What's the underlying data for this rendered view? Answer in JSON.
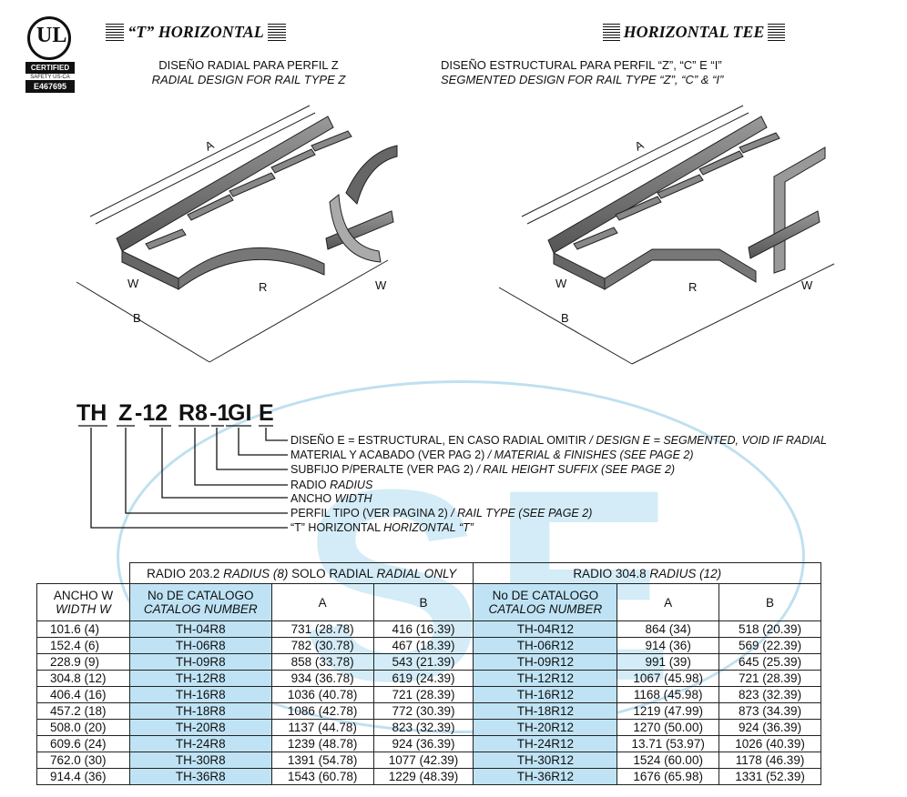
{
  "ul_logo": {
    "mark": "UL",
    "certified": "CERTIFIED",
    "safety": "SAFETY US-CA",
    "number": "E467695"
  },
  "left_header": "“T” HORIZONTAL",
  "right_header": "HORIZONTAL TEE",
  "left_caption": {
    "es": "DISEÑO RADIAL PARA PERFIL Z",
    "en": "RADIAL DESIGN FOR RAIL TYPE Z"
  },
  "right_caption": {
    "es": "DISEÑO ESTRUCTURAL PARA PERFIL “Z”, “C” E “I”",
    "en": "SEGMENTED DESIGN FOR RAIL TYPE “Z”, “C” & “I”"
  },
  "dims": {
    "a": "A",
    "b": "B",
    "w": "W",
    "r": "R"
  },
  "watermark": "SE",
  "catalog_code": {
    "p1": "TH",
    "p2": "Z",
    "p3": "-12",
    "p4": "R8",
    "p5": "-1",
    "p6": "GI",
    "p7": "E"
  },
  "legend": [
    {
      "es": "DISEÑO E = ESTRUCTURAL, EN CASO RADIAL OMITIR ",
      "en": " / DESIGN E = SEGMENTED, VOID IF RADIAL"
    },
    {
      "es": "MATERIAL Y ACABADO (VER PAG 2)",
      "en": " / MATERIAL & FINISHES (SEE PAGE 2)"
    },
    {
      "es": "SUBFIJO P/PERALTE (VER PAG 2)",
      "en": " / RAIL HEIGHT SUFFIX (SEE PAGE 2)"
    },
    {
      "es": "RADIO ",
      "en": "RADIUS"
    },
    {
      "es": "ANCHO ",
      "en": "WIDTH"
    },
    {
      "es": "PERFIL TIPO (VER PAGINA 2)",
      "en": " / RAIL TYPE (SEE PAGE 2)"
    },
    {
      "es": "“T” HORIZONTAL ",
      "en": " HORIZONTAL “T”"
    }
  ],
  "table": {
    "group1": {
      "es": "RADIO 203.2 ",
      "en": "RADIUS (8)",
      "es2": " SOLO RADIAL ",
      "en2": "RADIAL ONLY"
    },
    "group2": {
      "es": "RADIO 304.8 ",
      "en": "RADIUS (12)"
    },
    "width_header": {
      "es": "ANCHO W",
      "en": "WIDTH W"
    },
    "catalog_header": {
      "es": "No DE CATALOGO",
      "en": "CATALOG NUMBER"
    },
    "a_header": "A",
    "b_header": "B",
    "rows": [
      [
        "101.6 (4)",
        "TH-04R8",
        "731 (28.78)",
        "416 (16.39)",
        "TH-04R12",
        "864 (34)",
        "518 (20.39)"
      ],
      [
        "152.4 (6)",
        "TH-06R8",
        "782 (30.78)",
        "467 (18.39)",
        "TH-06R12",
        "914 (36)",
        "569 (22.39)"
      ],
      [
        "228.9 (9)",
        "TH-09R8",
        "858 (33.78)",
        "543 (21.39)",
        "TH-09R12",
        "991 (39)",
        "645 (25.39)"
      ],
      [
        "304.8 (12)",
        "TH-12R8",
        "934 (36.78)",
        "619 (24.39)",
        "TH-12R12",
        "1067 (45.98)",
        "721 (28.39)"
      ],
      [
        "406.4 (16)",
        "TH-16R8",
        "1036 (40.78)",
        "721 (28.39)",
        "TH-16R12",
        "1168 (45.98)",
        "823 (32.39)"
      ],
      [
        "457.2 (18)",
        "TH-18R8",
        "1086 (42.78)",
        "772 (30.39)",
        "TH-18R12",
        "1219 (47.99)",
        "873 (34.39)"
      ],
      [
        "508.0 (20)",
        "TH-20R8",
        "1137 (44.78)",
        "823 (32.39)",
        "TH-20R12",
        "1270 (50.00)",
        "924 (36.39)"
      ],
      [
        "609.6 (24)",
        "TH-24R8",
        "1239 (48.78)",
        "924 (36.39)",
        "TH-24R12",
        "13.71 (53.97)",
        "1026 (40.39)"
      ],
      [
        "762.0 (30)",
        "TH-30R8",
        "1391 (54.78)",
        "1077 (42.39)",
        "TH-30R12",
        "1524 (60.00)",
        "1178 (46.39)"
      ],
      [
        "914.4 (36)",
        "TH-36R8",
        "1543 (60.78)",
        "1229 (48.39)",
        "TH-36R12",
        "1676 (65.98)",
        "1331 (52.39)"
      ]
    ]
  }
}
